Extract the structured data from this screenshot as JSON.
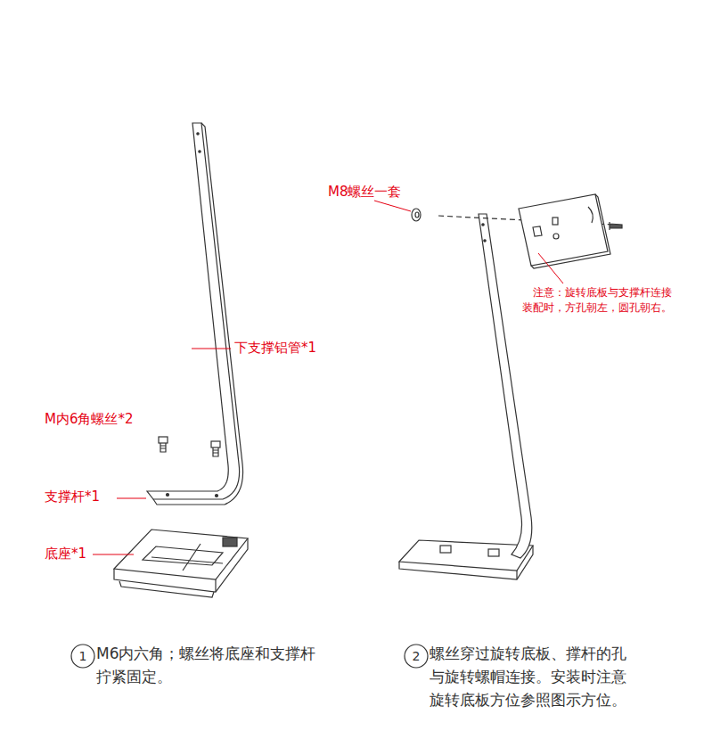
{
  "diagram": {
    "nodes": [
      {
        "text": [
          "1"
        ]
      },
      {
        "text": [
          "2"
        ]
      }
    ],
    "labels": [
      "M8螺丝一套",
      "注意：旋转底板与支撑杆连接 装配时，方孔朝左，圆孔朝右。",
      "下支撑铝管*1",
      "M内6角螺丝*2",
      "支撑杆*1",
      "底座*1",
      "M6内六角；螺丝将底座和支撑杆 拧紧固定。",
      "螺丝穿过旋转底板、撑杆的孔 与旋转螺帽连接。安装时注意 旋转底板方位参照图示方位。"
    ]
  }
}
